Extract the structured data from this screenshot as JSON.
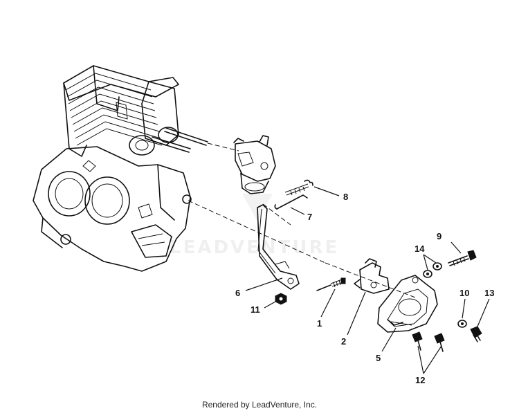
{
  "callouts": [
    {
      "id": "1",
      "label": "1"
    },
    {
      "id": "2",
      "label": "2"
    },
    {
      "id": "5",
      "label": "5"
    },
    {
      "id": "6",
      "label": "6"
    },
    {
      "id": "7",
      "label": "7"
    },
    {
      "id": "8",
      "label": "8"
    },
    {
      "id": "9",
      "label": "9"
    },
    {
      "id": "10",
      "label": "10"
    },
    {
      "id": "11",
      "label": "11"
    },
    {
      "id": "12",
      "label": "12"
    },
    {
      "id": "13",
      "label": "13"
    },
    {
      "id": "14",
      "label": "14"
    }
  ],
  "watermark": "LEADVENTURE",
  "footer": "Rendered by LeadVenture, Inc."
}
